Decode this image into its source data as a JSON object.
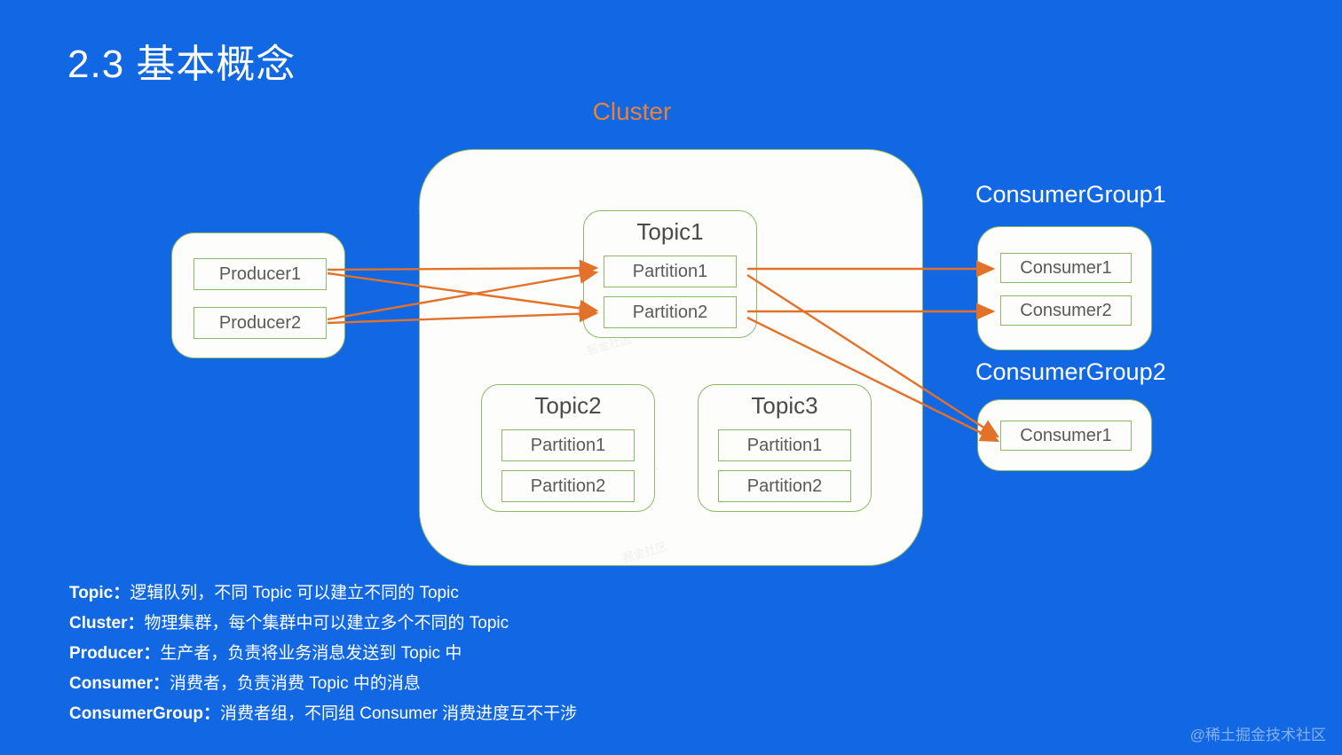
{
  "slide": {
    "title": "2.3 基本概念",
    "background_color": "#1268e3",
    "watermark": "@稀土掘金技术社区"
  },
  "diagram": {
    "cluster_label": "Cluster",
    "cluster_label_color": "#ed8035",
    "box_border_color": "#8cba69",
    "arrow_color": "#e2712a",
    "producer_panel": {
      "items": [
        {
          "label": "Producer1"
        },
        {
          "label": "Producer2"
        }
      ]
    },
    "topics": [
      {
        "title": "Topic1",
        "partitions": [
          {
            "label": "Partition1"
          },
          {
            "label": "Partition2"
          }
        ]
      },
      {
        "title": "Topic2",
        "partitions": [
          {
            "label": "Partition1"
          },
          {
            "label": "Partition2"
          }
        ]
      },
      {
        "title": "Topic3",
        "partitions": [
          {
            "label": "Partition1"
          },
          {
            "label": "Partition2"
          }
        ]
      }
    ],
    "consumer_groups": [
      {
        "caption": "ConsumerGroup1",
        "consumers": [
          {
            "label": "Consumer1"
          },
          {
            "label": "Consumer2"
          }
        ]
      },
      {
        "caption": "ConsumerGroup2",
        "consumers": [
          {
            "label": "Consumer1"
          }
        ]
      }
    ]
  },
  "legend": [
    {
      "term": "Topic：",
      "desc": "逻辑队列，不同 Topic 可以建立不同的 Topic"
    },
    {
      "term": "Cluster：",
      "desc": "物理集群，每个集群中可以建立多个不同的 Topic"
    },
    {
      "term": "Producer：",
      "desc": "生产者，负责将业务消息发送到 Topic 中"
    },
    {
      "term": "Consumer：",
      "desc": "消费者，负责消费 Topic 中的消息"
    },
    {
      "term": "ConsumerGroup：",
      "desc": "消费者组，不同组 Consumer 消费进度互不干涉"
    }
  ]
}
